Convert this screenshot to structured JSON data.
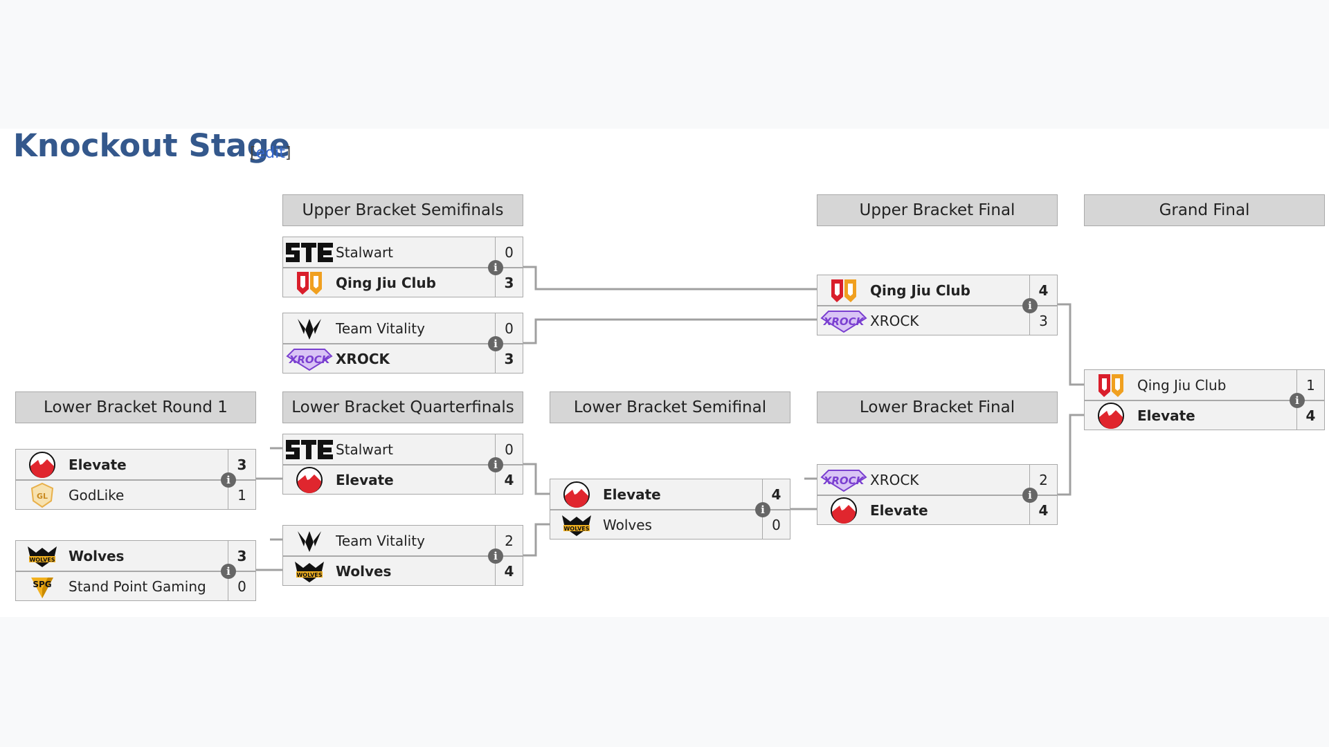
{
  "page": {
    "title": "Knockout Stage",
    "edit_label": "edit",
    "edit_open": "[",
    "edit_close": "]"
  },
  "colors": {
    "title": "#34588c",
    "header_bg": "#d6d6d6",
    "match_bg": "#f2f2f2",
    "border": "#a8a8a8",
    "connector": "#a0a0a0",
    "info_icon": "#666666"
  },
  "rounds": {
    "ub_semi": "Upper Bracket Semifinals",
    "ub_final": "Upper Bracket Final",
    "grand_final": "Grand Final",
    "lb_r1": "Lower Bracket Round 1",
    "lb_qf": "Lower Bracket Quarterfinals",
    "lb_semi": "Lower Bracket Semifinal",
    "lb_final": "Lower Bracket Final"
  },
  "matches": {
    "ubs1": {
      "top": {
        "name": "Stalwart",
        "score": "0",
        "logo": "stalwart-logo"
      },
      "bot": {
        "name": "Qing Jiu Club",
        "score": "3",
        "logo": "qing-jiu-club-logo"
      }
    },
    "ubs2": {
      "top": {
        "name": "Team Vitality",
        "score": "0",
        "logo": "team-vitality-logo"
      },
      "bot": {
        "name": "XROCK",
        "score": "3",
        "logo": "xrock-logo"
      }
    },
    "ubf": {
      "top": {
        "name": "Qing Jiu Club",
        "score": "4",
        "logo": "qing-jiu-club-logo"
      },
      "bot": {
        "name": "XROCK",
        "score": "3",
        "logo": "xrock-logo"
      }
    },
    "gf": {
      "top": {
        "name": "Qing Jiu Club",
        "score": "1",
        "logo": "qing-jiu-club-logo"
      },
      "bot": {
        "name": "Elevate",
        "score": "4",
        "logo": "elevate-logo"
      }
    },
    "lbr1a": {
      "top": {
        "name": "Elevate",
        "score": "3",
        "logo": "elevate-logo"
      },
      "bot": {
        "name": "GodLike",
        "score": "1",
        "logo": "godlike-logo"
      }
    },
    "lbr1b": {
      "top": {
        "name": "Wolves",
        "score": "3",
        "logo": "wolves-logo"
      },
      "bot": {
        "name": "Stand Point Gaming",
        "score": "0",
        "logo": "stand-point-gaming-logo"
      }
    },
    "lbqf1": {
      "top": {
        "name": "Stalwart",
        "score": "0",
        "logo": "stalwart-logo"
      },
      "bot": {
        "name": "Elevate",
        "score": "4",
        "logo": "elevate-logo"
      }
    },
    "lbqf2": {
      "top": {
        "name": "Team Vitality",
        "score": "2",
        "logo": "team-vitality-logo"
      },
      "bot": {
        "name": "Wolves",
        "score": "4",
        "logo": "wolves-logo"
      }
    },
    "lbs": {
      "top": {
        "name": "Elevate",
        "score": "4",
        "logo": "elevate-logo"
      },
      "bot": {
        "name": "Wolves",
        "score": "0",
        "logo": "wolves-logo"
      }
    },
    "lbf": {
      "top": {
        "name": "XROCK",
        "score": "2",
        "logo": "xrock-logo"
      },
      "bot": {
        "name": "Elevate",
        "score": "4",
        "logo": "elevate-logo"
      }
    }
  }
}
